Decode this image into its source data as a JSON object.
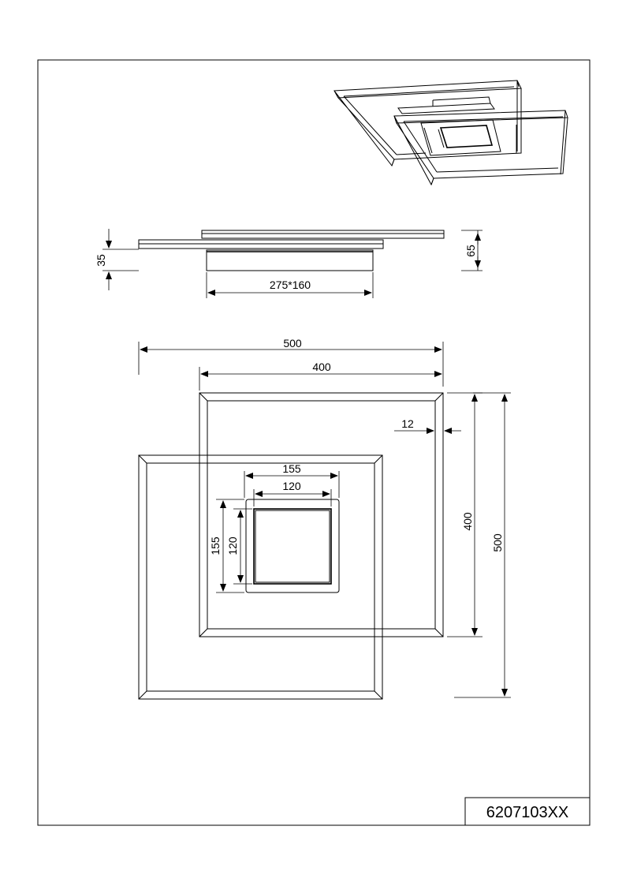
{
  "dimensions": {
    "side_height_total": "65",
    "side_height_lamp": "35",
    "base_size": "275*160",
    "width_outer": "500",
    "width_inner": "400",
    "frame_thickness": "12",
    "center_outer": "155",
    "center_inner": "120",
    "left_outer": "155",
    "left_inner": "120",
    "height_inner": "400",
    "height_outer": "500"
  },
  "product_code": "6207103XX"
}
